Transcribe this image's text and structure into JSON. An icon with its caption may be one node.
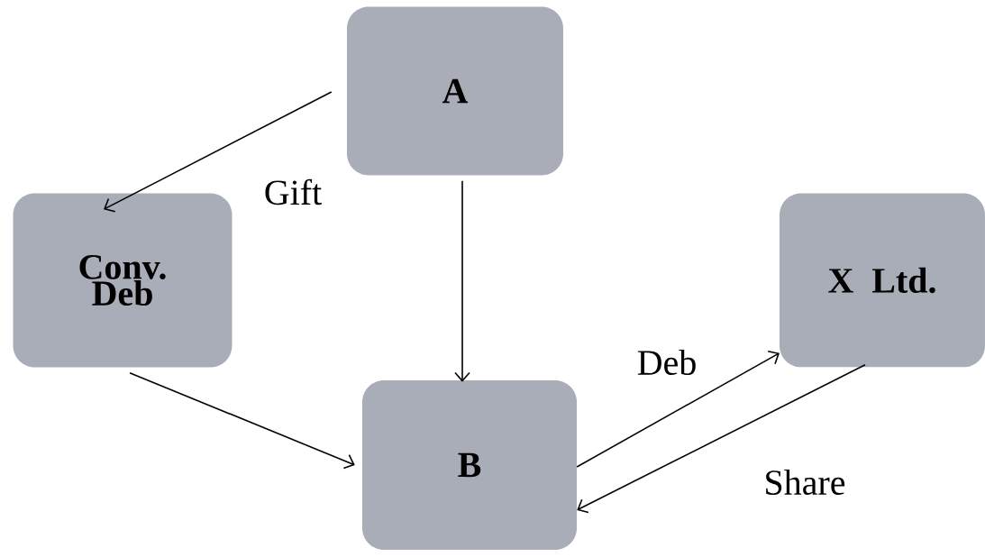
{
  "diagram": {
    "nodes": [
      {
        "text": [
          "A"
        ]
      },
      {
        "text": [
          "Conv. Deb"
        ]
      },
      {
        "text": [
          "B"
        ]
      },
      {
        "text": [
          "X Ltd."
        ]
      }
    ],
    "edges": [
      {
        "from": 0,
        "to": 1,
        "arrow": "to",
        "label": "Gift"
      },
      {
        "from": 0,
        "to": 2,
        "arrow": "to"
      },
      {
        "from": 1,
        "to": 2,
        "arrow": "to"
      },
      {
        "from": 2,
        "to": 3,
        "arrow": "to",
        "label": "Deb"
      },
      {
        "from": 3,
        "to": 2,
        "arrow": "to",
        "label": "Share"
      }
    ]
  }
}
